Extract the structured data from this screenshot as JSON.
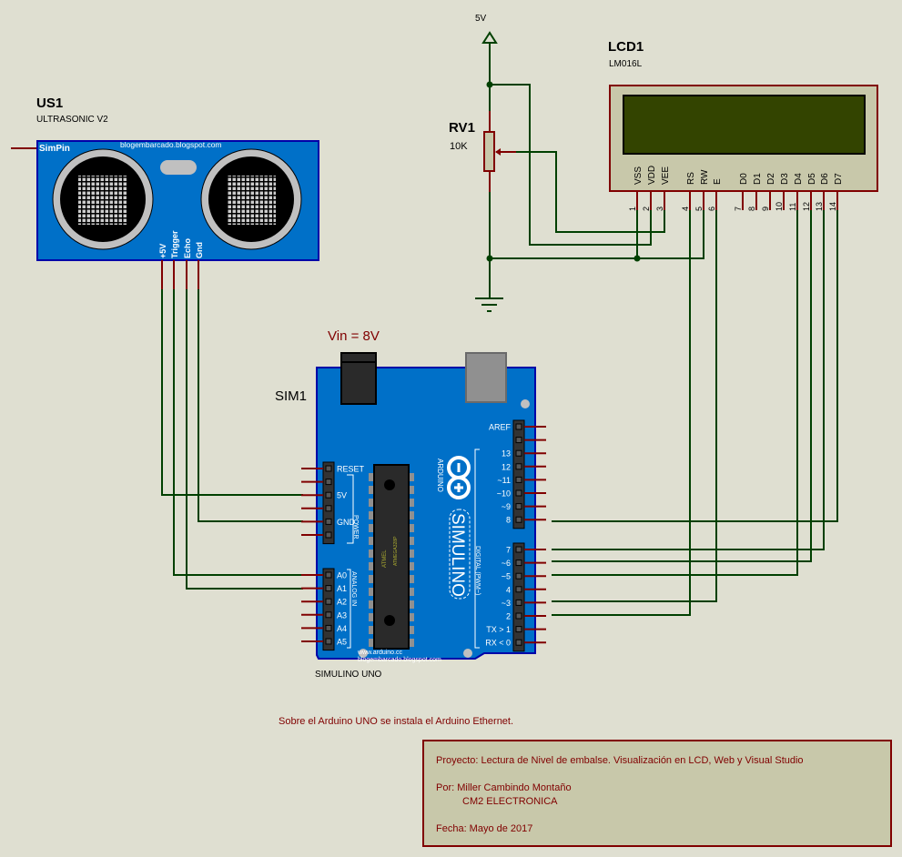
{
  "power": {
    "label": "5V"
  },
  "us1": {
    "ref": "US1",
    "value": "ULTRASONIC V2",
    "simpin": "SimPin",
    "url": "blogembarcado.blogspot.com",
    "pins": [
      "+5V",
      "Trigger",
      "Echo",
      "Gnd"
    ]
  },
  "rv1": {
    "ref": "RV1",
    "value": "10K"
  },
  "lcd1": {
    "ref": "LCD1",
    "value": "LM016L",
    "pins": [
      {
        "name": "VSS",
        "num": "1"
      },
      {
        "name": "VDD",
        "num": "2"
      },
      {
        "name": "VEE",
        "num": "3"
      },
      {
        "name": "RS",
        "num": "4"
      },
      {
        "name": "RW",
        "num": "5"
      },
      {
        "name": "E",
        "num": "6"
      },
      {
        "name": "D0",
        "num": "7"
      },
      {
        "name": "D1",
        "num": "8"
      },
      {
        "name": "D2",
        "num": "9"
      },
      {
        "name": "D3",
        "num": "10"
      },
      {
        "name": "D4",
        "num": "11"
      },
      {
        "name": "D5",
        "num": "12"
      },
      {
        "name": "D6",
        "num": "13"
      },
      {
        "name": "D7",
        "num": "14"
      }
    ]
  },
  "sim1": {
    "ref": "SIM1",
    "value": "SIMULINO UNO",
    "vin": "Vin = 8V",
    "brand": "SIMULINO",
    "arduino": "ARDUINO",
    "power_pins": [
      "RESET",
      "",
      "5V",
      "",
      "GND",
      ""
    ],
    "power_label": "POWER",
    "analog_pins": [
      "A0",
      "A1",
      "A2",
      "A3",
      "A4",
      "A5"
    ],
    "analog_label": "ANALOG IN",
    "top_pins": [
      "AREF",
      "",
      "13",
      "12",
      "~11",
      "~10",
      "~9",
      "8"
    ],
    "digital_pins": [
      "7",
      "~6",
      "~5",
      "4",
      "~3",
      "2",
      "TX > 1",
      "RX < 0"
    ],
    "digital_label": "DIGITAL (PWM~)",
    "url1": "www.arduino.cc",
    "url2": "blogembarcado.blogspot.com",
    "chip_text1": "ATMEL",
    "chip_text2": "ATMEGA328P"
  },
  "note": "Sobre el Arduino UNO se instala el Arduino Ethernet.",
  "info": {
    "project": "Proyecto: Lectura de Nivel de embalse. Visualización en LCD, Web y Visual Studio",
    "author": "Por: Miller Cambindo Montaño",
    "company": "CM2 ELECTRONICA",
    "date": "Fecha: Mayo de 2017"
  }
}
